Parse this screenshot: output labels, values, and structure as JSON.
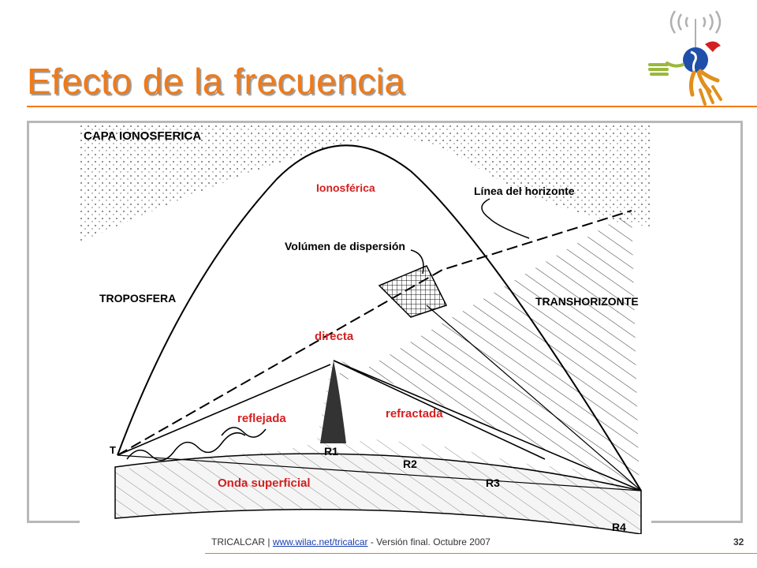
{
  "slide": {
    "title": "Efecto de la frecuencia",
    "page_number": "32"
  },
  "footer": {
    "brand": "TRICALCAR",
    "separator": " | ",
    "link": "www.wilac.net/tricalcar",
    "suffix": " - Versión final. Octubre 2007"
  },
  "figure": {
    "capa": "CAPA   IONOSFERICA",
    "ionosferica": "Ionosférica",
    "horizonte": "Línea del horizonte",
    "dispersion": "Volúmen de dispersión",
    "troposfera": "TROPOSFERA",
    "transhorizonte": "TRANSHORIZONTE",
    "directa": "directa",
    "reflejada": "reflejada",
    "refractada": "refractada",
    "t": "T",
    "r1": "R1",
    "r2": "R2",
    "r3": "R3",
    "r4": "R4",
    "superficial": "Onda superficial"
  },
  "colors": {
    "accent": "#f07a18",
    "red_label": "#d42020",
    "link": "#1a3fb0"
  }
}
